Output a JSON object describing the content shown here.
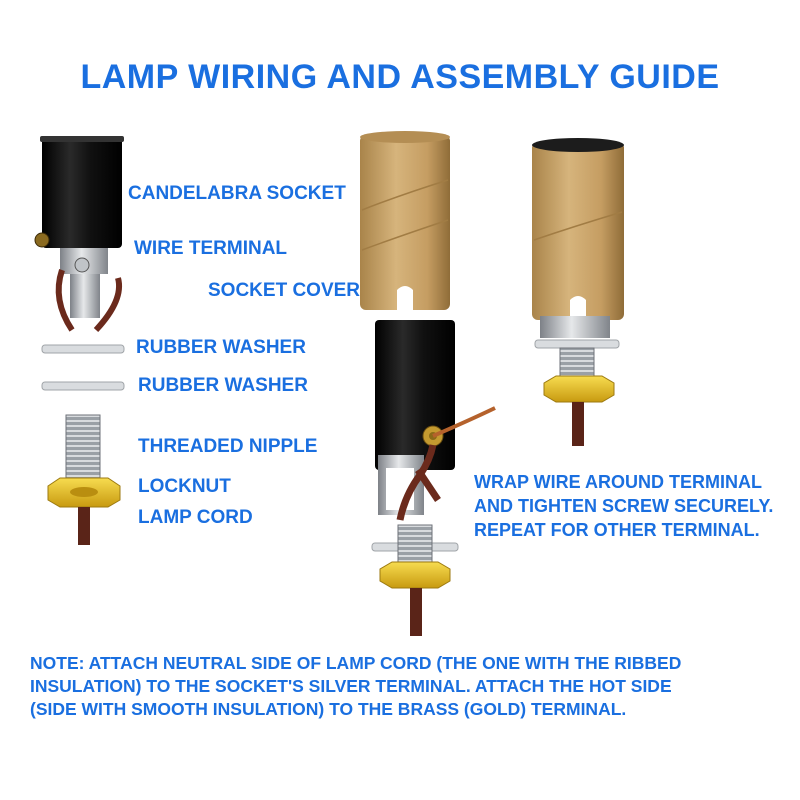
{
  "title": "LAMP WIRING AND ASSEMBLY GUIDE",
  "labels": {
    "candelabra_socket": "CANDELABRA SOCKET",
    "wire_terminal": "WIRE TERMINAL",
    "socket_cover": "SOCKET COVER",
    "rubber_washer_1": "RUBBER WASHER",
    "rubber_washer_2": "RUBBER WASHER",
    "threaded_nipple": "THREADED NIPPLE",
    "locknut": "LOCKNUT",
    "lamp_cord": "LAMP CORD"
  },
  "wrap_instruction": {
    "line1": "WRAP WIRE AROUND TERMINAL",
    "line2": "AND TIGHTEN SCREW SECURELY.",
    "line3": "REPEAT FOR OTHER TERMINAL."
  },
  "note": {
    "line1": "NOTE: ATTACH NEUTRAL SIDE OF LAMP CORD (THE ONE WITH THE RIBBED",
    "line2": "INSULATION) TO THE SOCKET'S SILVER TERMINAL. ATTACH THE HOT SIDE",
    "line3": "(SIDE WITH SMOOTH INSULATION) TO THE BRASS (GOLD) TERMINAL."
  },
  "colors": {
    "text": "#1a6fe0",
    "socket": "#111111",
    "cardboard": "#c9a46a",
    "brass": "#e8c020",
    "cord": "#5a2418",
    "metal": "#b8bcc2"
  }
}
